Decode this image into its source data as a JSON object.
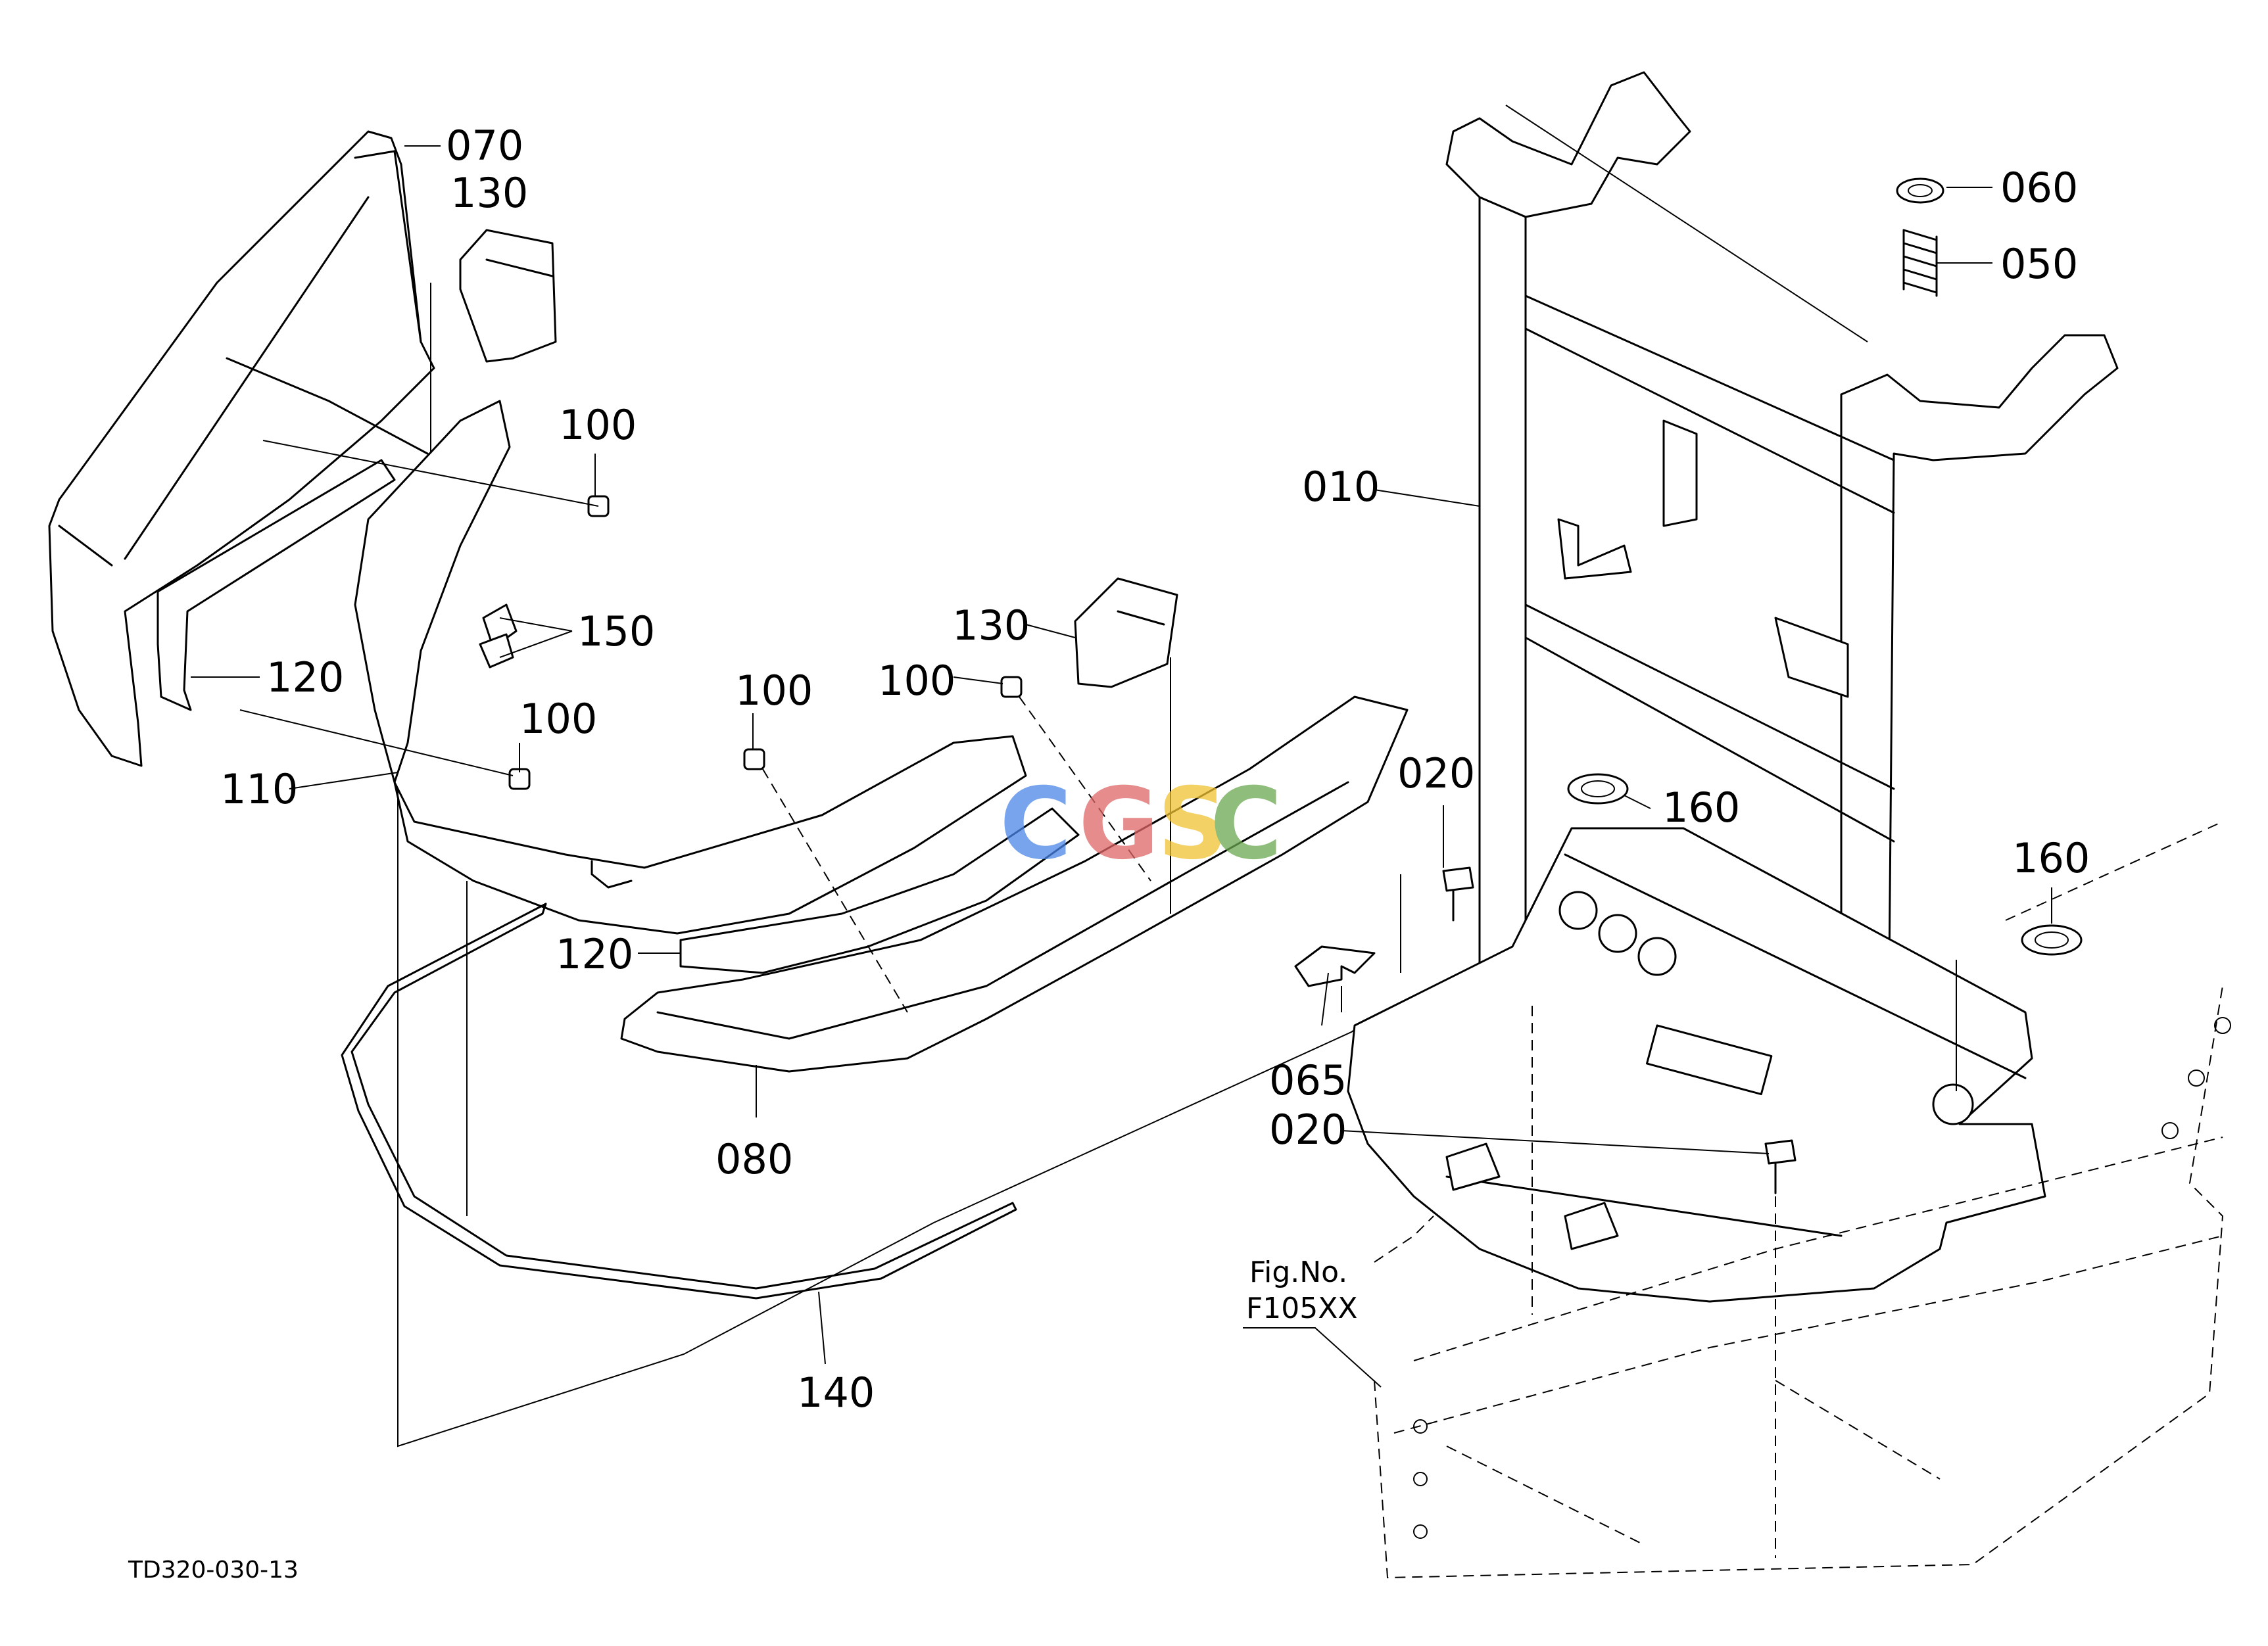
{
  "diagram": {
    "drawing_number": "TD320-030-13",
    "figure_reference": {
      "line1": "Fig.No.",
      "line2": "F105XX"
    },
    "watermark": {
      "letters": [
        "C",
        "G",
        "S",
        "C"
      ],
      "colors": [
        "#4a86e8",
        "#e06666",
        "#f1c232",
        "#6aa84f"
      ]
    },
    "callouts": {
      "c070": "070",
      "c130a": "130",
      "c100a": "100",
      "c150": "150",
      "c120a": "120",
      "c110": "110",
      "c100b": "100",
      "c100c": "100",
      "c100d": "100",
      "c130b": "130",
      "c120b": "120",
      "c080": "080",
      "c140": "140",
      "c010": "010",
      "c060": "060",
      "c050": "050",
      "c020a": "020",
      "c160a": "160",
      "c160b": "160",
      "c065": "065",
      "c020b": "020"
    }
  }
}
